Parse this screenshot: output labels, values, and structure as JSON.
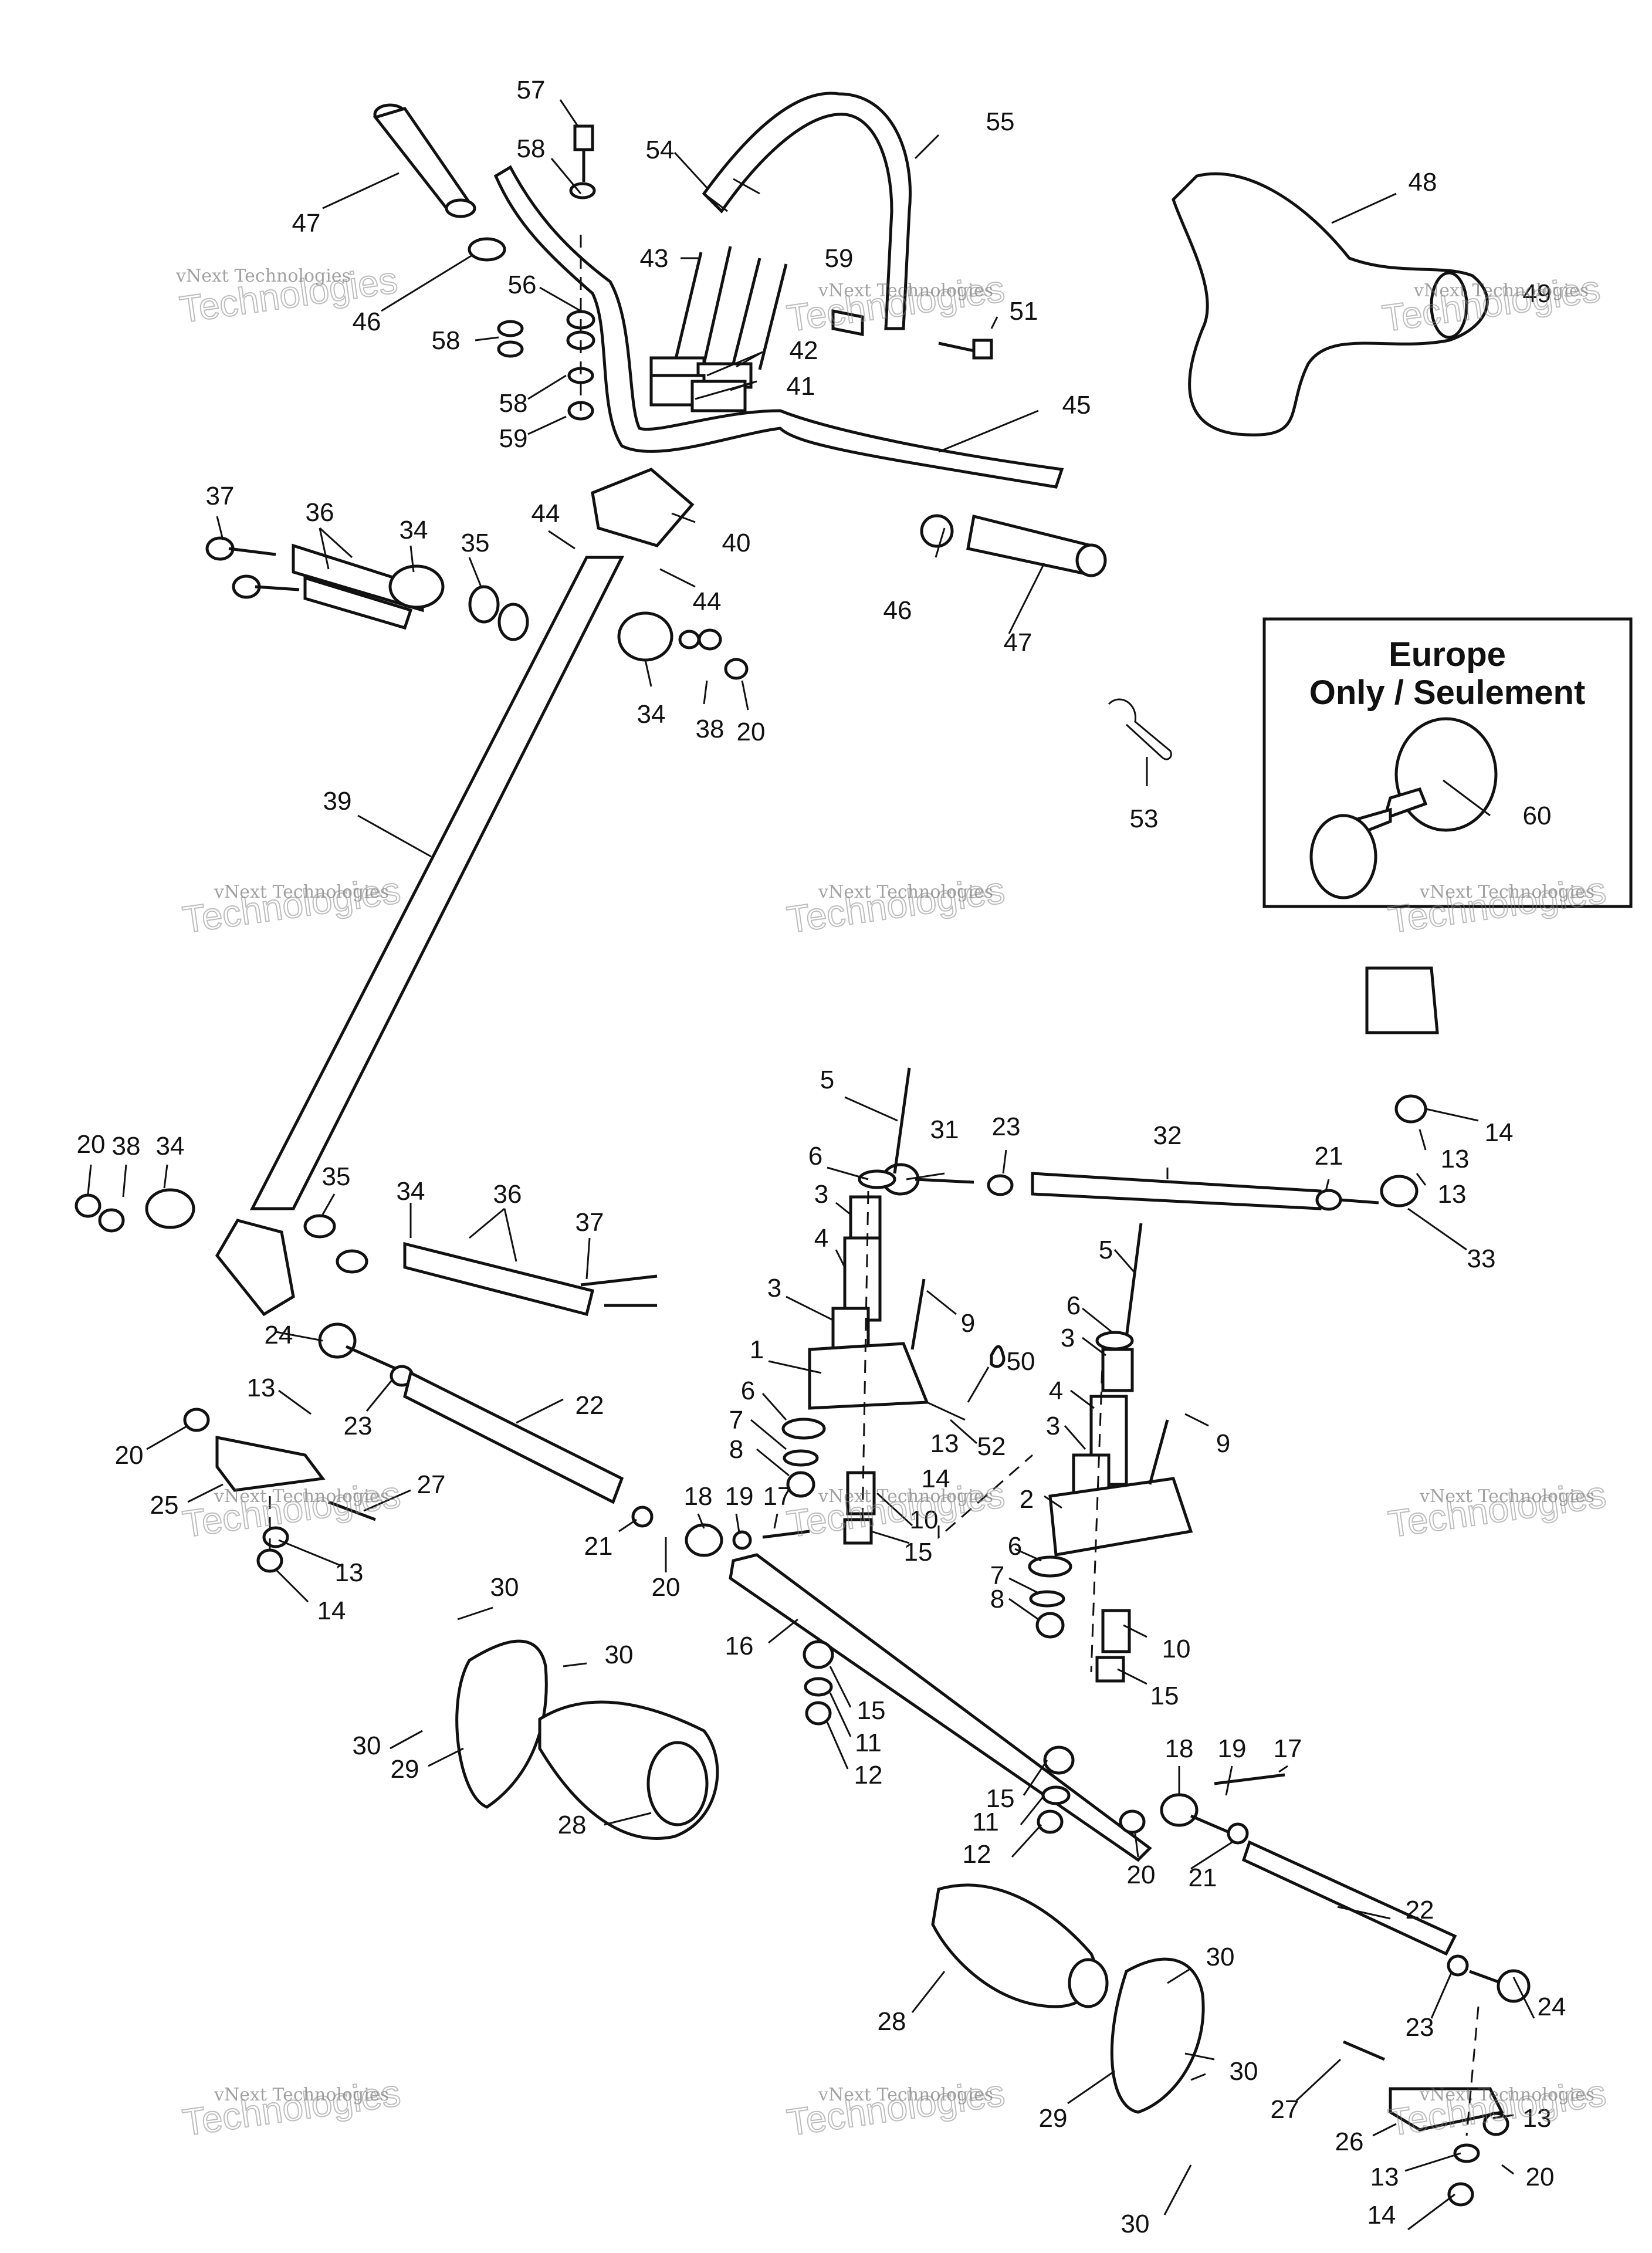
{
  "callouts": [
    "57",
    "58",
    "54",
    "55",
    "47",
    "46",
    "43",
    "59",
    "56",
    "58",
    "42",
    "41",
    "58",
    "59",
    "51",
    "48",
    "49",
    "45",
    "37",
    "36",
    "34",
    "35",
    "44",
    "40",
    "44",
    "34",
    "38",
    "20",
    "46",
    "47",
    "39",
    "53",
    "60",
    "5",
    "6",
    "31",
    "23",
    "32",
    "21",
    "14",
    "13",
    "13",
    "33",
    "3",
    "4",
    "3",
    "1",
    "9",
    "50",
    "6",
    "7",
    "8",
    "52",
    "13",
    "14",
    "10",
    "15",
    "5",
    "6",
    "3",
    "4",
    "3",
    "2",
    "9",
    "6",
    "7",
    "8",
    "10",
    "15",
    "20",
    "38",
    "34",
    "35",
    "34",
    "36",
    "37",
    "24",
    "13",
    "23",
    "22",
    "20",
    "25",
    "27",
    "21",
    "18",
    "19",
    "17",
    "13",
    "14",
    "20",
    "30",
    "30",
    "30",
    "29",
    "28",
    "16",
    "15",
    "11",
    "12",
    "18",
    "19",
    "17",
    "15",
    "11",
    "12",
    "20",
    "21",
    "22",
    "30",
    "28",
    "24",
    "23",
    "29",
    "30",
    "27",
    "13",
    "26",
    "20",
    "13",
    "14",
    "30"
  ],
  "europe_box": {
    "title_line1": "Europe",
    "title_line2": "Only / Seulement"
  },
  "watermark": {
    "line1": "vNext Technologies",
    "line2": "Technologies",
    "line3": "vNext"
  }
}
